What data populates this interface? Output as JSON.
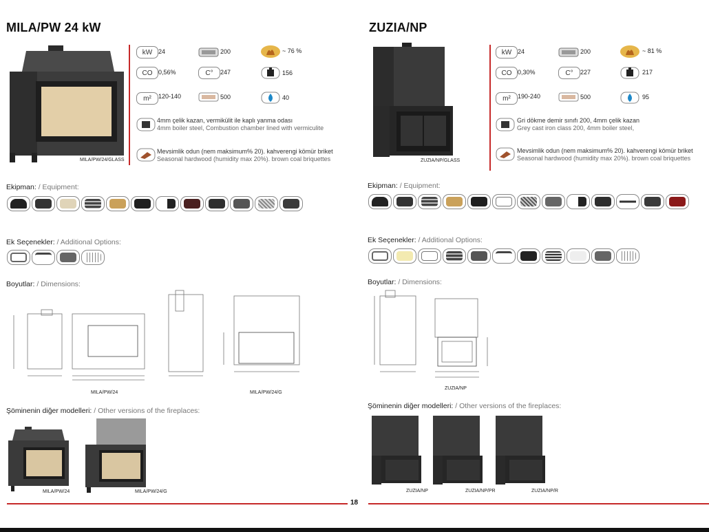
{
  "page_number": "18",
  "left": {
    "title": "MILA/PW 24 kW",
    "photo_caption": "MILA/PW/24/GLASS",
    "specs": [
      {
        "icon": "kw-icon",
        "label": "kW",
        "value": "24"
      },
      {
        "icon": "heating-area-icon",
        "value": "200"
      },
      {
        "icon": "efficiency-flame-icon",
        "value": "~ 76 %"
      },
      {
        "icon": "co-icon",
        "label": "CO",
        "value": "0,56%"
      },
      {
        "icon": "temperature-icon",
        "label": "C°",
        "value": "247"
      },
      {
        "icon": "flue-icon",
        "value": "156"
      },
      {
        "icon": "area-m2-icon",
        "label": "m²",
        "value": "120-140"
      },
      {
        "icon": "radiator-icon",
        "value": "500"
      },
      {
        "icon": "water-drop-icon",
        "value": "40"
      }
    ],
    "material_tr": "4mm çelik kazan, vermikülit ile kaplı yanma odası",
    "material_en": "4mm boiler steel, Combustion chamber lined with vermiculite",
    "fuel_tr": "Mevsimlik odun (nem maksimum% 20). kahverengi kömür briket",
    "fuel_en": "Seasonal hardwood (humidity max 20%). brown coal briquettes",
    "equipment_tr": "Ekipman:",
    "equipment_en": "/ Equipment:",
    "options_tr": "Ek Seçenekler:",
    "options_en": "/ Additional Options:",
    "dimensions_tr": "Boyutlar:",
    "dimensions_en": "/ Dimensions:",
    "dim_caption_1": "MILA/PW/24",
    "dim_caption_2": "MILA/PW/24/G",
    "versions_tr": "Şöminenin diğer modelleri:",
    "versions_en": "/ Other versions of the fireplaces:",
    "version_captions": [
      "MILA/PW/24",
      "MILA/PW/24/G"
    ]
  },
  "right": {
    "title": "ZUZIA/NP",
    "photo_caption": "ZUZIA/NP/GLASS",
    "specs": [
      {
        "icon": "kw-icon",
        "label": "kW",
        "value": "24"
      },
      {
        "icon": "heating-area-icon",
        "value": "200"
      },
      {
        "icon": "efficiency-flame-icon",
        "value": "~ 81 %"
      },
      {
        "icon": "co-icon",
        "label": "CO",
        "value": "0,30%"
      },
      {
        "icon": "temperature-icon",
        "label": "C°",
        "value": "227"
      },
      {
        "icon": "flue-icon",
        "value": "217"
      },
      {
        "icon": "area-m2-icon",
        "label": "m²",
        "value": "190-240"
      },
      {
        "icon": "radiator-icon",
        "value": "500"
      },
      {
        "icon": "water-drop-icon",
        "value": "95"
      }
    ],
    "material_tr": "Gri dökme demir sınıfı 200, 4mm çelik kazan",
    "material_en": "Grey cast iron class 200, 4mm boiler steel,",
    "fuel_tr": "Mevsimlik odun (nem maksimum% 20). kahverengi kömür briket",
    "fuel_en": "Seasonal hardwood (humidity max 20%). brown coal briquettes",
    "equipment_tr": "Ekipman:",
    "equipment_en": "/ Equipment:",
    "options_tr": "Ek Seçenekler:",
    "options_en": "/ Additional Options:",
    "dimensions_tr": "Boyutlar:",
    "dimensions_en": "/ Dimensions:",
    "dim_caption_1": "ZUZIA/NP",
    "versions_tr": "Şöminenin diğer modelleri:",
    "versions_en": "/ Other versions of the fireplaces:",
    "version_captions": [
      "ZUZIA/NP",
      "ZUZIA/NP/PR",
      "ZUZIA/NP/R"
    ]
  },
  "colors": {
    "accent": "#c62828",
    "stove": "#3a3a3a",
    "glass": "#e8d7b8"
  }
}
